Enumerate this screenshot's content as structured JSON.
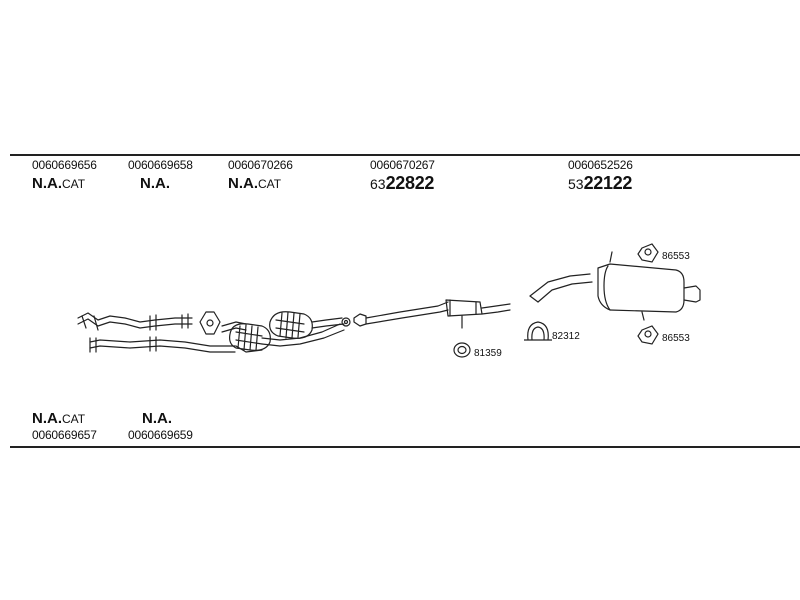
{
  "top_parts": [
    {
      "part_no": "0060669656",
      "type_main": "N.A.",
      "type_sub": "CAT"
    },
    {
      "part_no": "0060669658",
      "type_main": "N.A.",
      "type_sub": ""
    },
    {
      "part_no": "0060670266",
      "type_main": "N.A.",
      "type_sub": "CAT"
    },
    {
      "part_no": "0060670267",
      "code_prefix": "63",
      "code_main": "22822"
    },
    {
      "part_no": "0060652526",
      "code_prefix": "53",
      "code_main": "22122"
    }
  ],
  "bottom_parts": [
    {
      "part_no": "0060669657",
      "type_main": "N.A.",
      "type_sub": "CAT"
    },
    {
      "part_no": "0060669659",
      "type_main": "N.A.",
      "type_sub": ""
    }
  ],
  "callouts": [
    {
      "code": "86553",
      "icon": "rubber-hanger-icon"
    },
    {
      "code": "86553",
      "icon": "rubber-hanger-icon"
    },
    {
      "code": "82312",
      "icon": "clamp-icon"
    },
    {
      "code": "81359",
      "icon": "gasket-ring-icon"
    }
  ]
}
